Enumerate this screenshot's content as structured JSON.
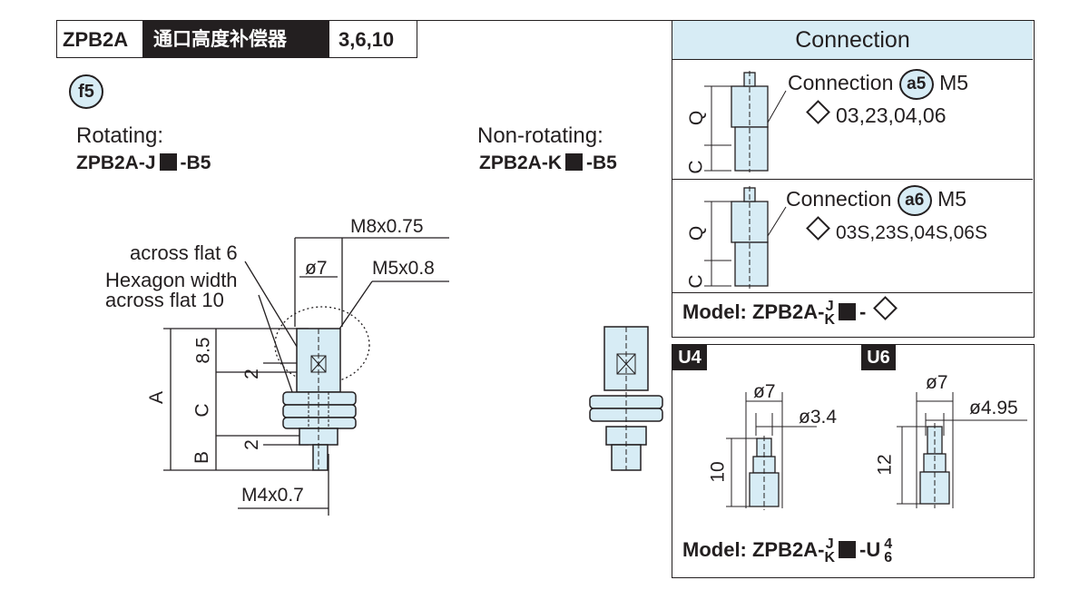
{
  "header": {
    "model": "ZPB2A",
    "name": "通口高度补偿器",
    "sizes": "3,6,10"
  },
  "badge": "f5",
  "rotating": {
    "title": "Rotating:",
    "code_prefix": "ZPB2A-J",
    "code_suffix": "-B5"
  },
  "non_rotating": {
    "title": "Non-rotating:",
    "code_prefix": "ZPB2A-K",
    "code_suffix": "-B5"
  },
  "dimensions": {
    "m8": "M8x0.75",
    "phi7": "ø7",
    "m5": "M5x0.8",
    "across_flat6": "across flat 6",
    "hex_width_1": "Hexagon width",
    "hex_width_2": "across flat 10",
    "m4": "M4x0.7",
    "d85": "8.5",
    "d2a": "2",
    "d2b": "2",
    "A": "A",
    "B": "B",
    "C": "C"
  },
  "connection_panel": {
    "title": "Connection",
    "q_label": "Q",
    "c_label": "C",
    "a5": {
      "text": "Connection",
      "tag": "a5",
      "thread": "M5",
      "options": "03,23,04,06"
    },
    "a6": {
      "text": "Connection",
      "tag": "a6",
      "thread": "M5",
      "options": "03S,23S,04S,06S"
    },
    "model_prefix": "Model: ZPB2A-",
    "model_j": "J",
    "model_k": "K",
    "model_dash": "-"
  },
  "u_panel": {
    "u4": {
      "tag": "U4",
      "phi_outer": "ø7",
      "phi_inner": "ø3.4",
      "height": "10"
    },
    "u6": {
      "tag": "U6",
      "phi_outer": "ø7",
      "phi_inner": "ø4.95",
      "height": "12"
    },
    "model_prefix": "Model: ZPB2A-",
    "model_j": "J",
    "model_k": "K",
    "model_u": "-U",
    "model_4": "4",
    "model_6": "6"
  },
  "colors": {
    "part_fill": "#d7ecf5",
    "line": "#231f20"
  }
}
